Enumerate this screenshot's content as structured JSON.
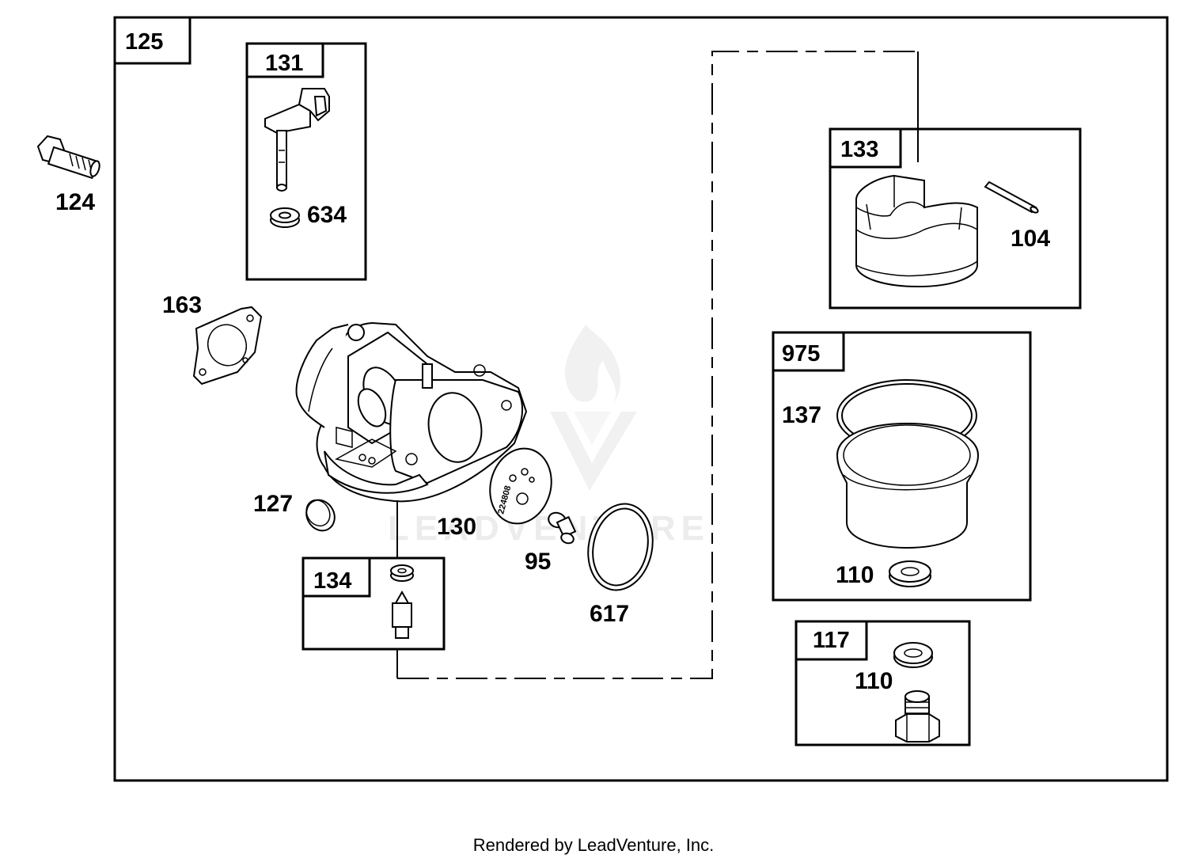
{
  "watermark": {
    "text": "LEADVENTURE"
  },
  "boxes": {
    "main": "125",
    "b131": "131",
    "b133": "133",
    "b975": "975",
    "b134": "134",
    "b117": "117"
  },
  "callouts": {
    "c124": "124",
    "c634": "634",
    "c163": "163",
    "c104": "104",
    "c137": "137",
    "c127": "127",
    "c130": "130",
    "c95": "95",
    "c617": "617",
    "c110a": "110",
    "c110b": "110"
  },
  "stamp": "224808",
  "footer": "Rendered by LeadVenture, Inc."
}
